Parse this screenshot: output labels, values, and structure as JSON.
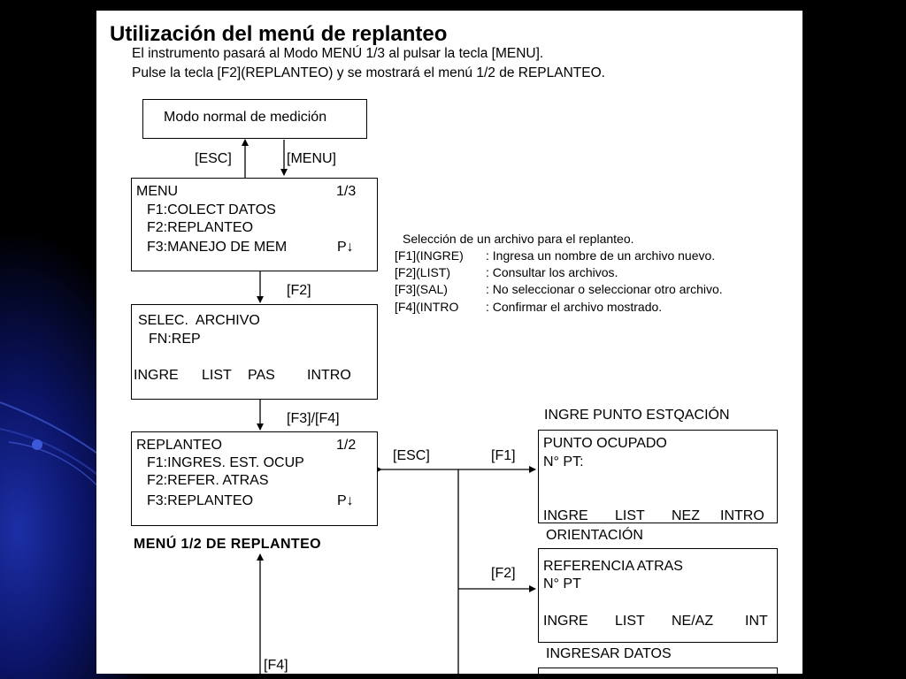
{
  "slide": {
    "title": "Utilización del menú de replanteo",
    "intro_line1": "El instrumento pasará al Modo MENÚ 1/3 al pulsar la tecla [MENU].",
    "intro_line2": "Pulse la tecla [F2](REPLANTEO) y se mostrará el menú 1/2 de REPLANTEO."
  },
  "boxes": {
    "normal_mode": {
      "label": "Modo normal de medición"
    },
    "menu": {
      "title": "MENU",
      "page": "1/3",
      "f1": "F1:COLECT DATOS",
      "f2": "F2:REPLANTEO",
      "f3": "F3:MANEJO DE MEM",
      "more": "P↓"
    },
    "select_file": {
      "line1": "SELEC.  ARCHIVO",
      "line2": "FN:REP",
      "k1": "INGRE",
      "k2": "LIST",
      "k3": "PAS",
      "k4": "INTRO"
    },
    "stakeout": {
      "title": "REPLANTEO",
      "page": "1/2",
      "f1": "F1:INGRES. EST. OCUP",
      "f2": "F2:REFER. ATRAS",
      "f3": "F3:REPLANTEO",
      "more": "P↓"
    },
    "occupied": {
      "line1": "PUNTO OCUPADO",
      "line2": "N° PT:",
      "k1": "INGRE",
      "k2": "LIST",
      "k3": "NEZ",
      "k4": "INTRO"
    },
    "backsight": {
      "line1": "REFERENCIA ATRAS",
      "line2": "N° PT",
      "k1": "INGRE",
      "k2": "LIST",
      "k3": "NE/AZ",
      "k4": "INT"
    }
  },
  "keys": {
    "esc": "[ESC]",
    "menu": "[MENU]",
    "f2": "[F2]",
    "f3f4": "[F3]/[F4]",
    "esc2": "[ESC]",
    "f1": "[F1]",
    "f2b": "[F2]",
    "f4": "[F4]"
  },
  "notes": {
    "heading": "Selección de un archivo para el replanteo.",
    "rows": [
      {
        "key": "[F1](INGRE)",
        "desc": ": Ingresa un nombre de un archivo nuevo."
      },
      {
        "key": "[F2](LIST)",
        "desc": ": Consultar los archivos."
      },
      {
        "key": "[F3](SAL)",
        "desc": ": No seleccionar o seleccionar otro archivo."
      },
      {
        "key": "[F4](INTRO",
        "desc": ": Confirmar el archivo mostrado."
      }
    ]
  },
  "captions": {
    "station": "INGRE PUNTO ESTQACIÓN",
    "orientation": "ORIENTACIÓN",
    "input_data": "INGRESAR DATOS",
    "menu_caption": "MENÚ 1/2 DE REPLANTEO"
  }
}
